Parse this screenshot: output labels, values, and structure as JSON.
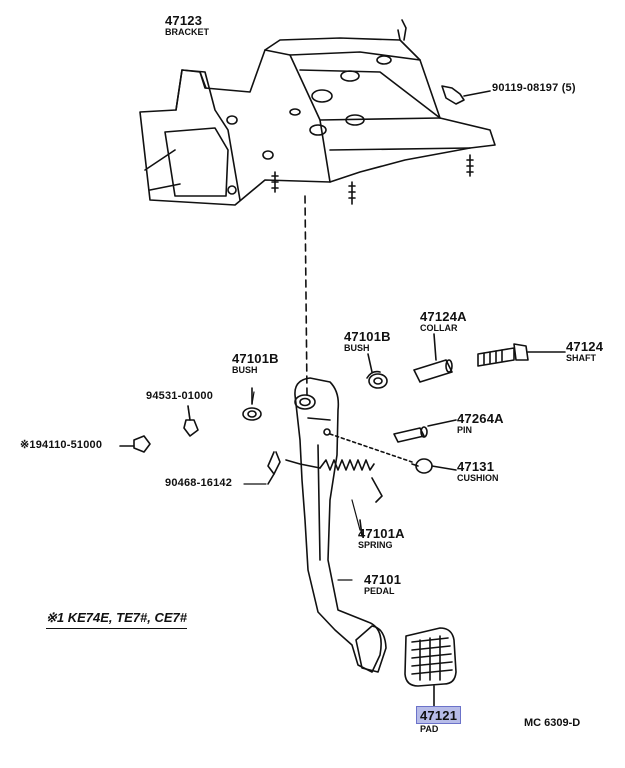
{
  "labels": {
    "bracket": {
      "part_no": "47123",
      "name": "BRACKET"
    },
    "bolt": {
      "part_no": "90119-08197 (5)"
    },
    "collar": {
      "part_no": "47124A",
      "name": "COLLAR"
    },
    "shaft": {
      "part_no": "47124",
      "name": "SHAFT"
    },
    "bush_r": {
      "part_no": "47101B",
      "name": "BUSH"
    },
    "bush_l": {
      "part_no": "47101B",
      "name": "BUSH"
    },
    "pin": {
      "part_no": "47264A",
      "name": "PIN"
    },
    "cushion": {
      "part_no": "47131",
      "name": "CUSHION"
    },
    "nut_small": {
      "part_no": "94531-01000"
    },
    "nut_x": {
      "part_no": "※194110-51000"
    },
    "clip": {
      "part_no": "90468-16142"
    },
    "spring": {
      "part_no": "47101A",
      "name": "SPRING"
    },
    "pedal": {
      "part_no": "47101",
      "name": "PEDAL"
    },
    "pad": {
      "part_no": "47121",
      "name": "PAD"
    }
  },
  "footnote": "※1 KE74E, TE7#, CE7#",
  "diagram_code": "MC 6309-D",
  "colors": {
    "highlight_fill": "#b7bce8",
    "highlight_border": "#6b72c9",
    "ink": "#111111"
  }
}
